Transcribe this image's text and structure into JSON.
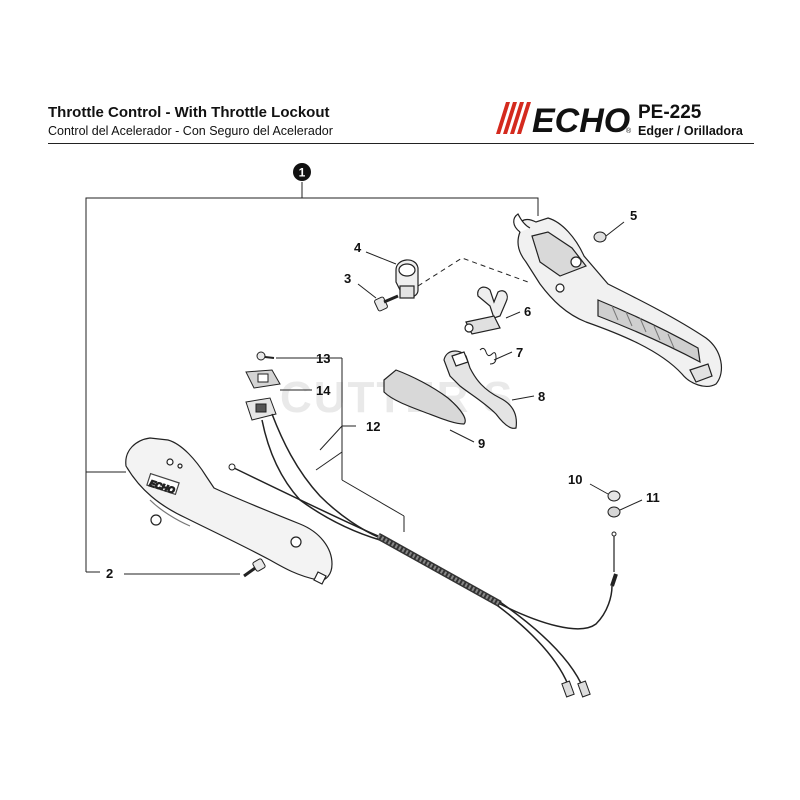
{
  "header": {
    "title_en": "Throttle Control - With Throttle Lockout",
    "title_es": "Control del Acelerador - Con Seguro del Acelerador",
    "model": "PE-225",
    "subtitle": "Edger / Orilladora",
    "brand": "ECHO"
  },
  "callouts": {
    "assembly": "1",
    "p2": "2",
    "p3": "3",
    "p4": "4",
    "p5": "5",
    "p6": "6",
    "p7": "7",
    "p8": "8",
    "p9": "9",
    "p10": "10",
    "p11": "11",
    "p12": "12",
    "p13": "13",
    "p14": "14"
  },
  "watermark": "CUTTER'S",
  "colors": {
    "brand_red": "#d42a1e",
    "line": "#222222",
    "part_fill": "#f1f1f1"
  }
}
